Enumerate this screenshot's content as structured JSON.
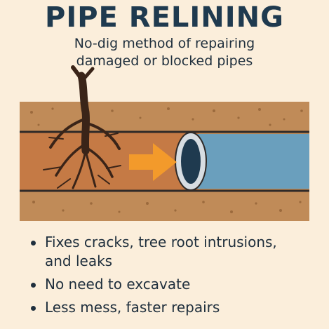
{
  "title": "PIPE RELINING",
  "subtitle": {
    "line1": "No-dig method of repairing",
    "line2": "damaged or blocked pipes"
  },
  "bullets": [
    {
      "lines": [
        "Fixes cracks, tree root intrusions,",
        "and leaks"
      ]
    },
    {
      "lines": [
        "No need to excavate"
      ]
    },
    {
      "lines": [
        "Less mess, faster repairs"
      ]
    }
  ],
  "colors": {
    "background": "#fbeedb",
    "soil": "#c08b58",
    "old_pipe": "#c57a45",
    "new_liner": "#6a9fbd",
    "arrow": "#f39a2b",
    "title": "#1f3a4f"
  }
}
